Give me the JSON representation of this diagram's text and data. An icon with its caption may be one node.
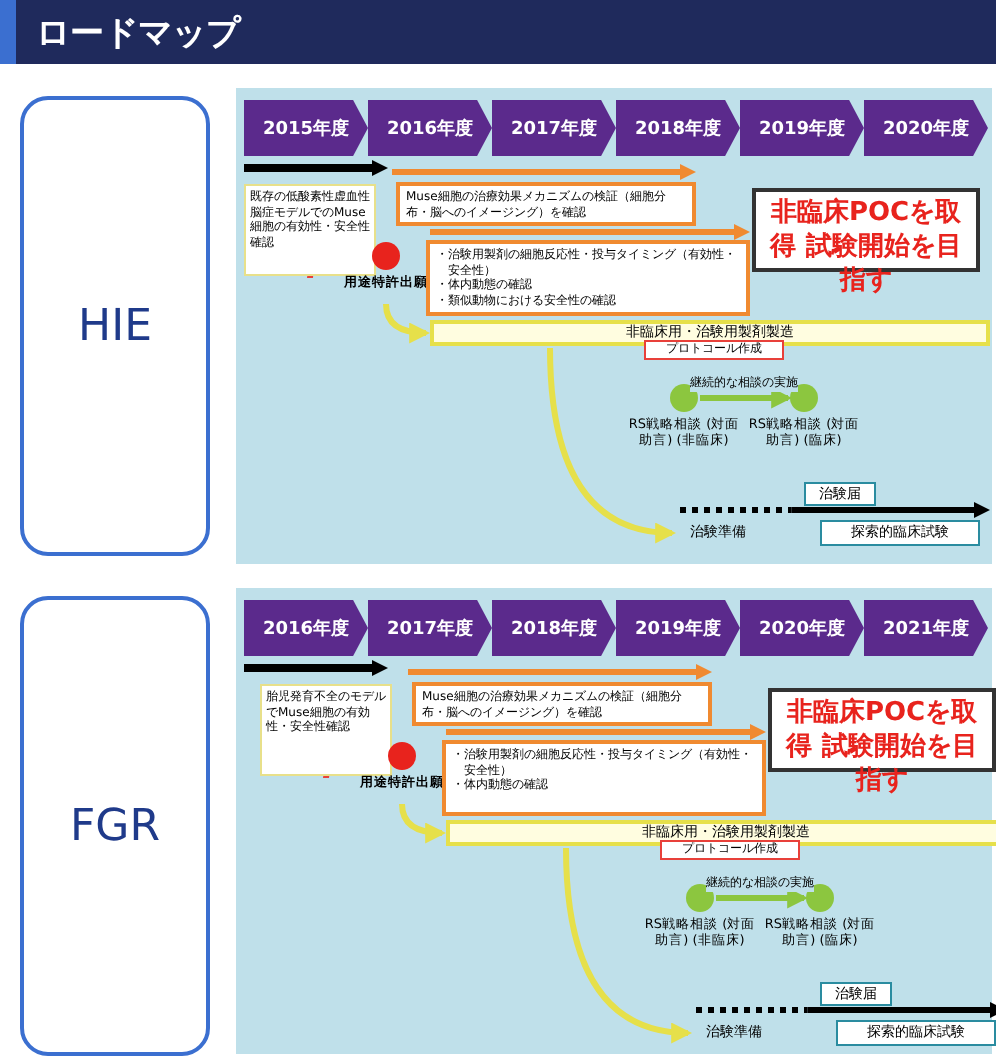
{
  "diagram": {
    "title": "ロードマップ",
    "nodes": [
      {
        "text": [
          "HIE"
        ]
      },
      {
        "text": [
          "2015年度"
        ]
      },
      {
        "text": [
          "2016年度"
        ]
      },
      {
        "text": [
          "2017年度"
        ]
      },
      {
        "text": [
          "2018年度"
        ]
      },
      {
        "text": [
          "2019年度"
        ]
      },
      {
        "text": [
          "2020年度"
        ]
      },
      {
        "text": [
          "既存の低酸素性虚血性脳症モデルでのMuse細胞の有効性・安全性確認"
        ]
      },
      {
        "text": [
          "用途特許出願"
        ]
      },
      {
        "text": [
          "Muse細胞の治療効果メカニズムの検証（細胞分布・脳へのイメージング）を確認"
        ]
      },
      {
        "text": [
          "・治験用製剤の細胞反応性・投与タイミング（有効性・安全性）",
          "・体内動態の確認",
          "・類似動物における安全性の確認"
        ]
      },
      {
        "text": [
          "非臨床POCを取得 試験開始を目指す"
        ]
      },
      {
        "text": [
          "非臨床用・治験用製剤製造"
        ]
      },
      {
        "text": [
          "プロトコール作成"
        ]
      },
      {
        "text": [
          "RS戦略相談 (対面助言) (非臨床)"
        ]
      },
      {
        "text": [
          "RS戦略相談 (対面助言) (臨床)"
        ]
      },
      {
        "text": [
          "治験届"
        ]
      },
      {
        "text": [
          "治験準備"
        ]
      },
      {
        "text": [
          "探索的臨床試験"
        ]
      },
      {
        "text": [
          "FGR"
        ]
      },
      {
        "text": [
          "2016年度"
        ]
      },
      {
        "text": [
          "2017年度"
        ]
      },
      {
        "text": [
          "2018年度"
        ]
      },
      {
        "text": [
          "2019年度"
        ]
      },
      {
        "text": [
          "2020年度"
        ]
      },
      {
        "text": [
          "2021年度"
        ]
      },
      {
        "text": [
          "胎児発育不全のモデルでMuse細胞の有効性・安全性確認"
        ]
      },
      {
        "text": [
          "用途特許出願"
        ]
      },
      {
        "text": [
          "Muse細胞の治療効果メカニズムの検証（細胞分布・脳へのイメージング）を確認"
        ]
      },
      {
        "text": [
          "・治験用製剤の細胞反応性・投与タイミング（有効性・安全性）",
          "・体内動態の確認"
        ]
      },
      {
        "text": [
          "非臨床POCを取得 試験開始を目指す"
        ]
      },
      {
        "text": [
          "非臨床用・治験用製剤製造"
        ]
      },
      {
        "text": [
          "プロトコール作成"
        ]
      },
      {
        "text": [
          "RS戦略相談 (対面助言) (非臨床)"
        ]
      },
      {
        "text": [
          "RS戦略相談 (対面助言) (臨床)"
        ]
      },
      {
        "text": [
          "治験届"
        ]
      },
      {
        "text": [
          "治験準備"
        ]
      },
      {
        "text": [
          "探索的臨床試験"
        ]
      },
      {
        "text": [],
        "shape": "arrow"
      },
      {
        "text": [],
        "shape": "arrow"
      },
      {
        "text": [],
        "shape": "arrow"
      },
      {
        "text": [],
        "shape": "arrow"
      },
      {
        "text": [],
        "shape": "arrow"
      },
      {
        "text": [],
        "shape": "arrow"
      },
      {
        "text": [],
        "shape": "arrow"
      },
      {
        "text": [],
        "shape": "arrow"
      }
    ],
    "edges": [
      {
        "from": 7,
        "to": 8,
        "arrow": "to",
        "color": "#e8403a"
      },
      {
        "from": 8,
        "to": 12,
        "arrow": "to",
        "color": "#e6e04a"
      },
      {
        "from": 12,
        "to": 17,
        "arrow": "to",
        "color": "#e6e04a"
      },
      {
        "from": 14,
        "to": 15,
        "arrow": "to",
        "label": "継続的な相談の実施",
        "color": "#8cc63f"
      },
      {
        "from": 26,
        "to": 27,
        "arrow": "to",
        "color": "#e8403a"
      },
      {
        "from": 27,
        "to": 31,
        "arrow": "to",
        "color": "#e6e04a"
      },
      {
        "from": 31,
        "to": 36,
        "arrow": "to",
        "color": "#e6e04a"
      },
      {
        "from": 33,
        "to": 34,
        "arrow": "to",
        "label": "継続的な相談の実施",
        "color": "#8cc63f"
      }
    ]
  }
}
